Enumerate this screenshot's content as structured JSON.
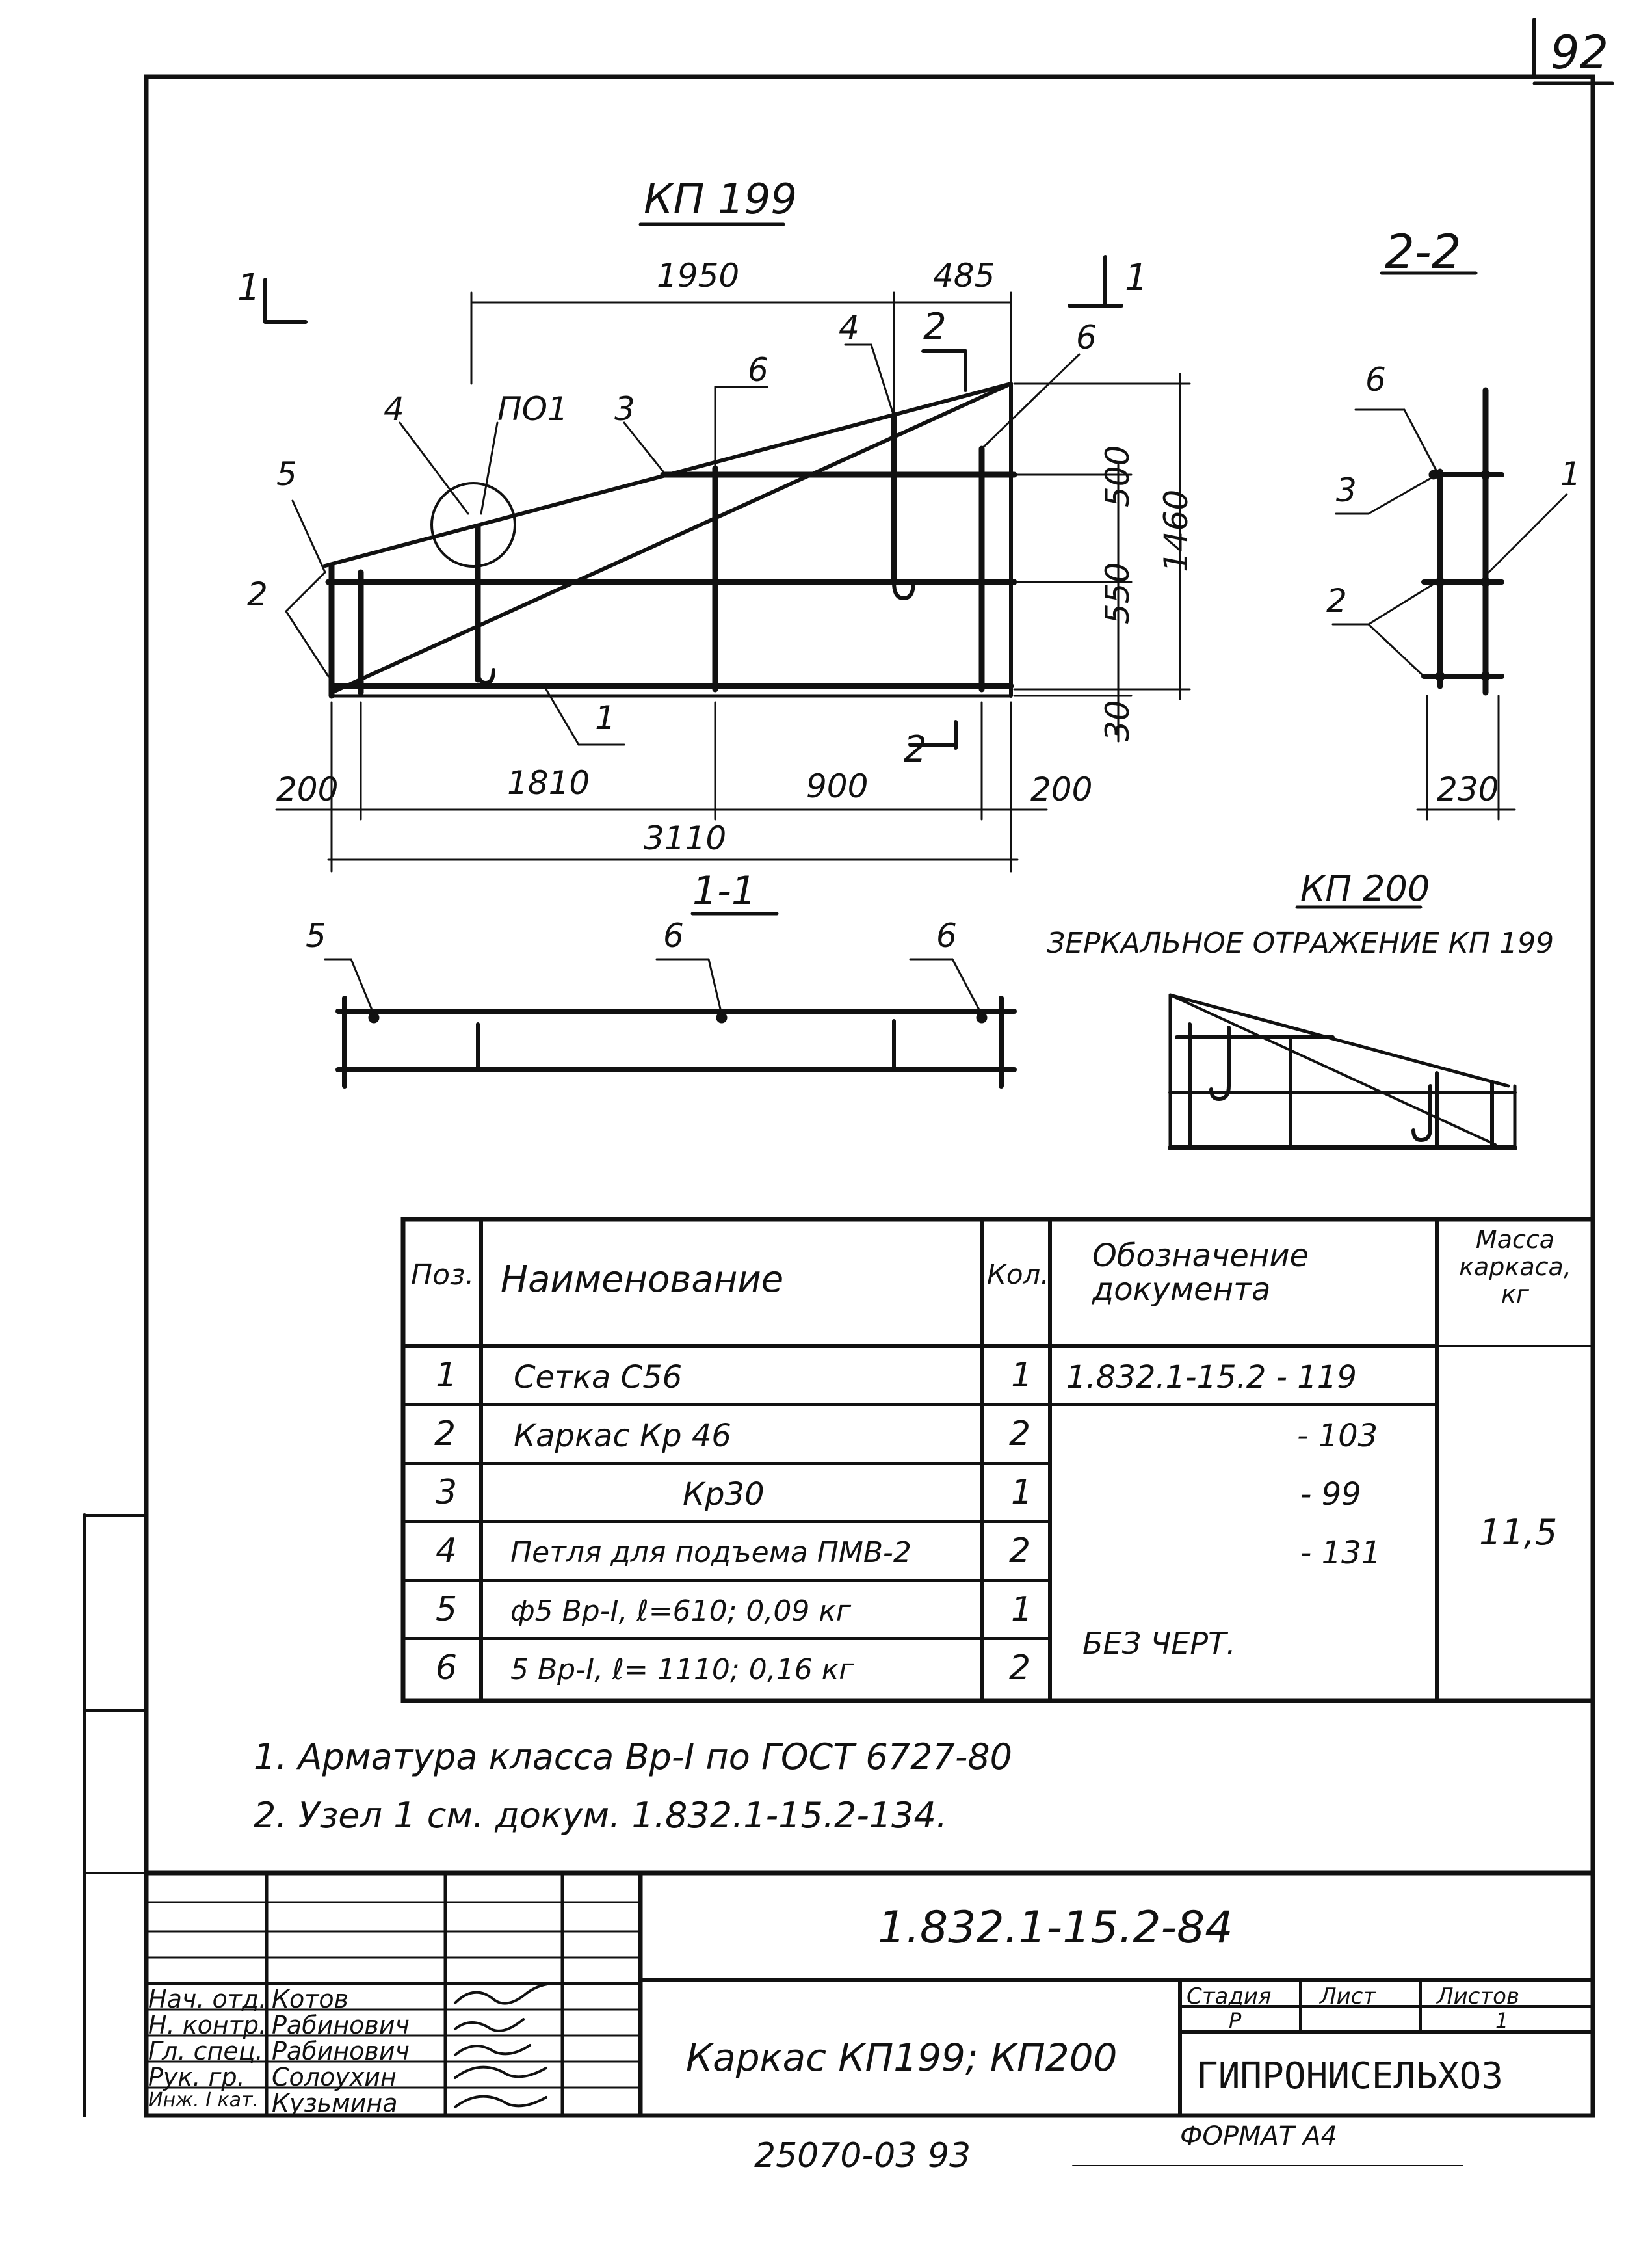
{
  "page_number": "92",
  "drawing_title": "КП 199",
  "section_2_2": "2-2",
  "section_1_1": "1-1",
  "section_1_mark": "1",
  "section_2_mark": "2",
  "node_label": "ПО1",
  "dims": {
    "top_1950": "1950",
    "top_485": "485",
    "right_500": "500",
    "right_550": "550",
    "right_30": "30",
    "right_1460": "1460",
    "bottom_200_left": "200",
    "bottom_1810": "1810",
    "bottom_900": "900",
    "bottom_200_right": "200",
    "bottom_3110": "3110",
    "sec22_230": "230"
  },
  "pos_marks": {
    "p1": "1",
    "p2": "2",
    "p3": "3",
    "p4": "4",
    "p5": "5",
    "p6": "6"
  },
  "kp200": {
    "title": "КП 200",
    "subtitle": "ЗЕРКАЛЬНОЕ ОТРАЖЕНИЕ КП 199"
  },
  "spec_table": {
    "headers": {
      "pos": "Поз.",
      "name": "Наименование",
      "qty": "Кол.",
      "doc": "Обозначение документа",
      "mass": "Масса каркаса, кг"
    },
    "rows": [
      {
        "pos": "1",
        "name": "Сетка   С56",
        "qty": "1",
        "doc": "1.832.1-15.2 - 119"
      },
      {
        "pos": "2",
        "name": "Каркас  Кр 46",
        "qty": "2",
        "doc": "- 103"
      },
      {
        "pos": "3",
        "name": "Кр30",
        "qty": "1",
        "doc": "- 99"
      },
      {
        "pos": "4",
        "name": "Петля для подъема ПМВ-2",
        "qty": "2",
        "doc": "- 131"
      },
      {
        "pos": "5",
        "name": "ф5 Вр-I, ℓ=610; 0,09 кг",
        "qty": "1",
        "doc": ""
      },
      {
        "pos": "6",
        "name": "5 Вр-I, ℓ= 1110; 0,16 кг",
        "qty": "2",
        "doc": ""
      }
    ],
    "doc_without_drawing": "БЕЗ ЧЕРТ.",
    "mass_value": "11,5"
  },
  "notes": [
    "1. Арматура   класса  Вр-I  по ГОСТ 6727-80",
    "2. Узел  1  см.  докум. 1.832.1-15.2-134."
  ],
  "title_block": {
    "doc_code": "1.832.1-15.2-84",
    "drawing_name": "Каркас КП199; КП200",
    "stage_label": "Стадия",
    "sheet_label": "Лист",
    "sheets_label": "Листов",
    "stage_value": "Р",
    "sheets_value": "1",
    "organization": "ГИПРОНИСЕЛЬХОЗ",
    "roles": [
      "Нач. отд.",
      "Н. контр.",
      "Гл. спец.",
      "Рук. гр.",
      "Инж. I кат."
    ],
    "names": [
      "Котов",
      "Рабинович",
      "Рабинович",
      "Солоухин",
      "Кузьмина"
    ]
  },
  "footer": {
    "archive_number": "25070-03   93",
    "format": "ФОРМАТ А4"
  }
}
